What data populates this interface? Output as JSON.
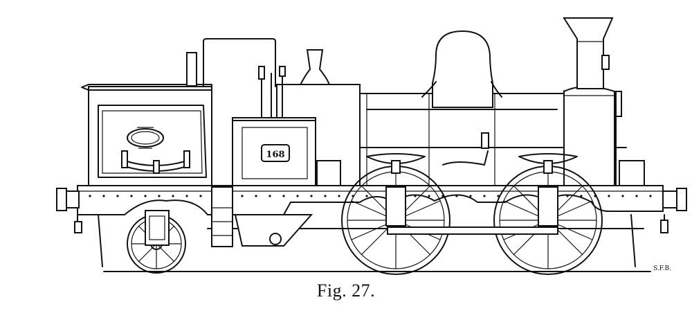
{
  "figure": {
    "caption": "Fig. 27.",
    "engine_number": "168",
    "signature": "S.F.B.",
    "colors": {
      "ink": "#111111",
      "paper": "#ffffff"
    }
  }
}
